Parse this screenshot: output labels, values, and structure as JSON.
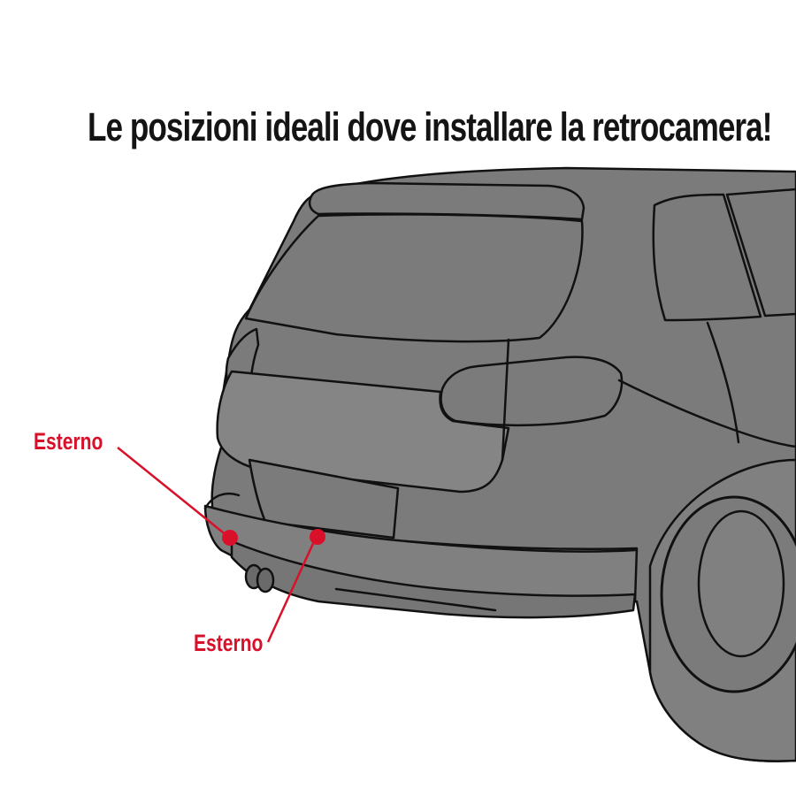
{
  "title": "Le posizioni ideali dove installare la retrocamera!",
  "callouts": [
    {
      "label": "Esterno"
    },
    {
      "label": "Esterno"
    }
  ],
  "colors": {
    "car_body": "#7b7b7b",
    "car_outline": "#111111",
    "marker": "#d8102a",
    "title_text": "#141414"
  }
}
